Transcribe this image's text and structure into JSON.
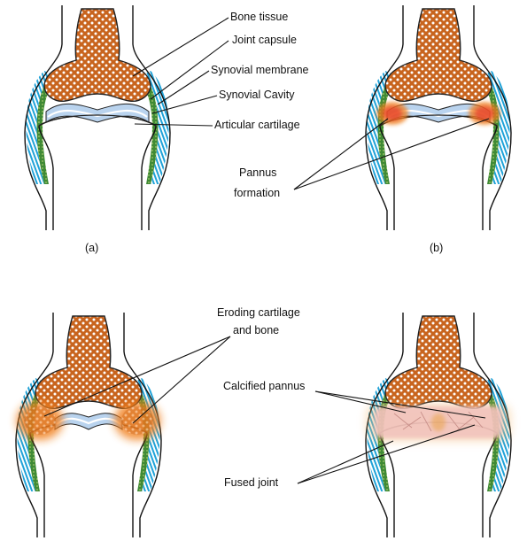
{
  "palette": {
    "bone": "#c8641e",
    "bone_dots": "#ffffff",
    "capsule": "#1fa2d8",
    "membrane": "#3f8a35",
    "cartilage": "#b9d3ee",
    "cavity": "#ffffff",
    "pannus": "#f07f1f",
    "inflamed": "#e83a2a",
    "calcified": "#f2c3bd"
  },
  "panels": {
    "a": {
      "caption": "(a)",
      "labels": {
        "bone_tissue": "Bone tissue",
        "joint_capsule": "Joint capsule",
        "synovial_membrane": "Synovial membrane",
        "synovial_cavity": "Synovial Cavity",
        "articular_cartilage": "Articular cartilage"
      }
    },
    "b": {
      "caption": "(b)",
      "labels": {
        "pannus_line1": "Pannus",
        "pannus_line2": "formation"
      }
    },
    "c": {
      "labels": {
        "eroding_line1": "Eroding cartilage",
        "eroding_line2": "and bone"
      }
    },
    "d": {
      "labels": {
        "calcified_pannus": "Calcified pannus",
        "fused_joint": "Fused joint"
      }
    }
  }
}
